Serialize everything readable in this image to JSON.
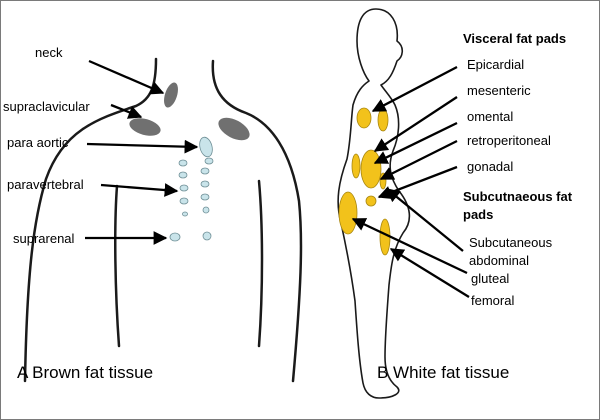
{
  "colors": {
    "outline": "#1a1a1a",
    "brown_fat": "#707070",
    "brown_fat_light": "#c9e4ea",
    "light_edge": "#6f8f96",
    "white_fat": "#f2c21b",
    "white_fat_edge": "#a8860f"
  },
  "panel_a": {
    "caption": "A Brown fat tissue",
    "labels": {
      "neck": "neck",
      "supraclavicular": "supraclavicular",
      "para_aortic": "para aortic",
      "paravertebral": "paravertebral",
      "suprarenal": "suprarenal"
    }
  },
  "panel_b": {
    "caption": "B White fat tissue",
    "visceral_header": "Visceral fat pads",
    "visceral_items": {
      "epicardial": "Epicardial",
      "mesenteric": "mesenteric",
      "omental": "omental",
      "retroperitoneal": "retroperitoneal",
      "gonadal": "gonadal"
    },
    "subcutaneous_header_line1": "Subcutnaeous fat",
    "subcutaneous_header_line2": "pads",
    "subcutaneous_items": {
      "abdominal_line1": "Subcutaneous",
      "abdominal_line2": "abdominal",
      "gluteal": "gluteal",
      "femoral": "femoral"
    }
  }
}
